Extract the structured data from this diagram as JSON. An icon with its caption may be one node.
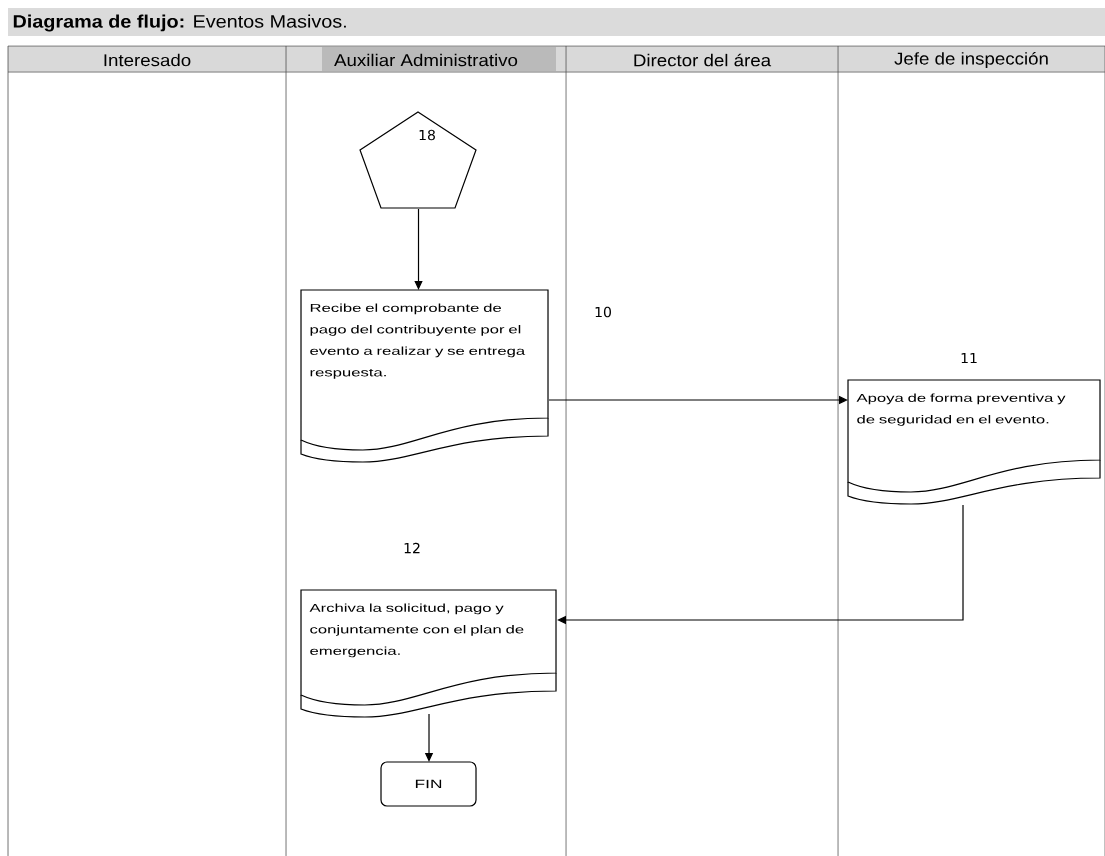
{
  "diagram": {
    "title": "**Diagrama de flujo:** Eventos Masivos.",
    "nodes": [
      {
        "text": [
          "18"
        ]
      },
      {
        "text": [
          "Recibe el comprobante de pago del contribuyente por el evento a realizar y se entrega respuesta."
        ],
        "beside": [
          "10"
        ]
      },
      {
        "text": [
          "Apoya de forma preventiva y de seguridad en el evento."
        ],
        "beside": [
          "11"
        ]
      },
      {
        "text": [
          "Archiva la solicitud, pago y conjuntamente con el plan de emergencia."
        ],
        "beside": [
          "12"
        ]
      },
      {
        "text": [
          "FIN"
        ]
      }
    ],
    "edges": [
      {
        "from": 0,
        "to": 1,
        "arrow": "to"
      },
      {
        "from": 1,
        "to": 2,
        "arrow": "to"
      },
      {
        "from": 2,
        "to": 3,
        "arrow": "to"
      },
      {
        "from": 3,
        "to": 4,
        "arrow": "to"
      }
    ],
    "labels": [
      "Interesado",
      "Auxiliar Administrativo",
      "Director del área",
      "Jefe de inspección"
    ]
  }
}
